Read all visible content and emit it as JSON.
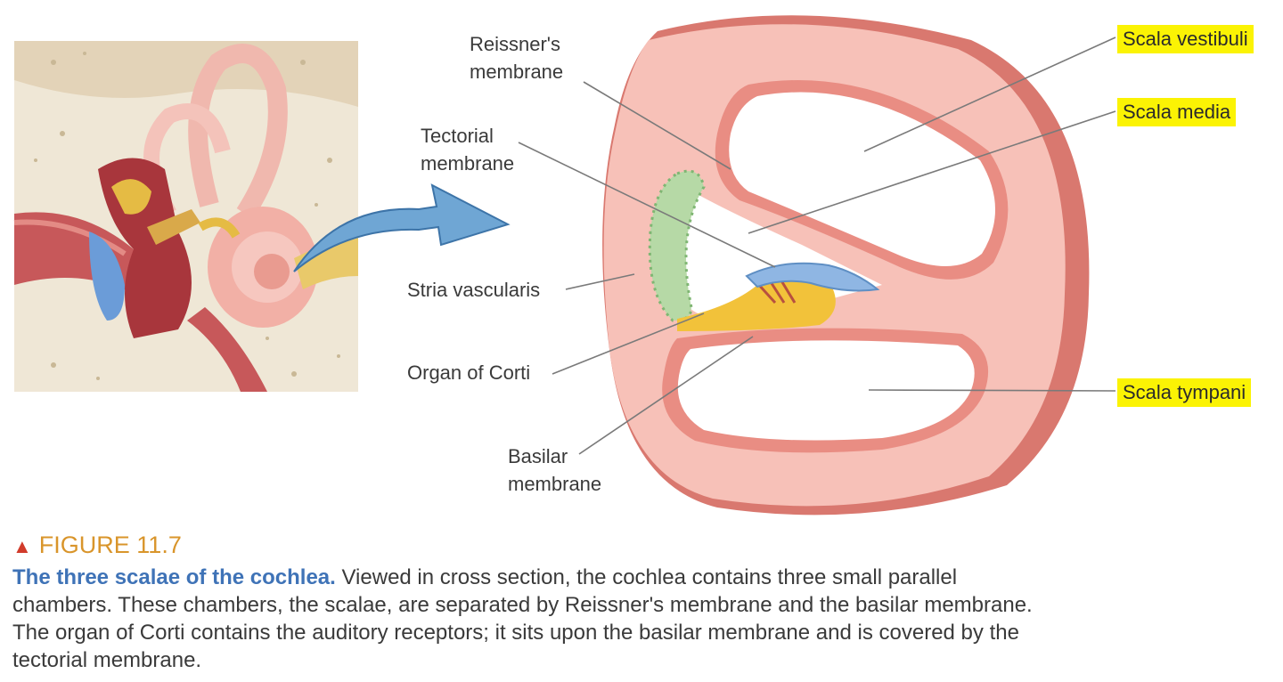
{
  "labels": {
    "reissners": "Reissner's\nmembrane",
    "tectorial": "Tectorial\nmembrane",
    "stria": "Stria vascularis",
    "organ": "Organ of Corti",
    "basilar": "Basilar\nmembrane"
  },
  "highlighted_labels": {
    "vestibuli": "Scala vestibuli",
    "media": "Scala media",
    "tympani": "Scala tympani"
  },
  "figure": {
    "number": "FIGURE 11.7",
    "caption_lead": "The three scalae of the cochlea.",
    "caption_body": " Viewed in cross section, the cochlea contains three small parallel chambers. These chambers, the scalae, are separated by Reissner's membrane and the basilar membrane. The organ of Corti contains the auditory receptors; it sits upon the basilar membrane and is covered by the tectorial membrane."
  },
  "colors": {
    "highlight": "#fbf304",
    "figure_label": "#d9952b",
    "caption_lead": "#3f73b7",
    "cochlea_tissue": "#f2a99e"
  }
}
